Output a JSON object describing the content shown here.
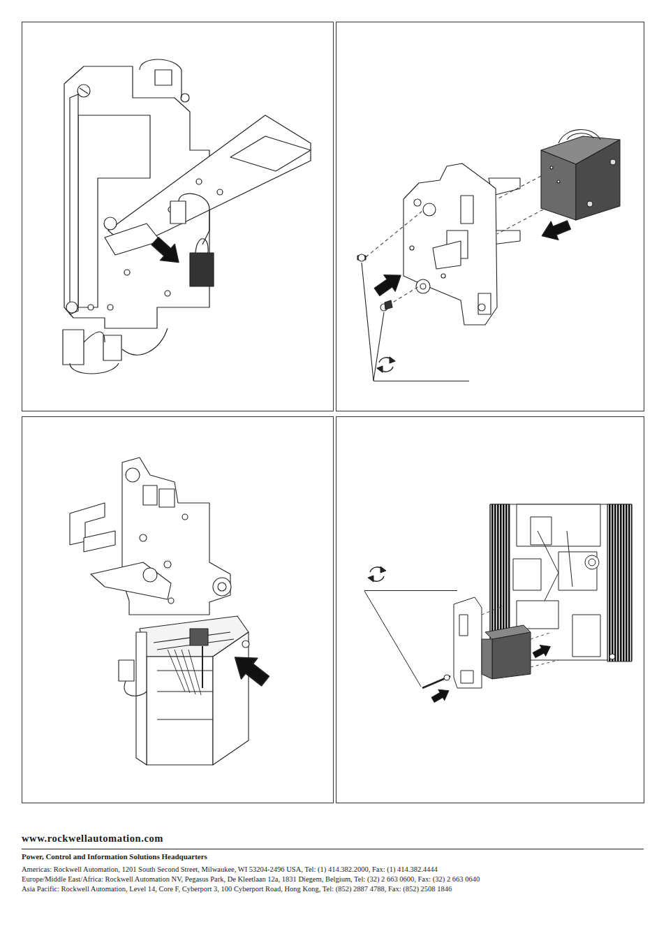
{
  "diagram": {
    "labels": [
      "www.rockwellautomation.com",
      "Power, Control and Information Solutions Headquarters",
      "Americas: Rockwell Automation, 1201 South Second Street, Milwaukee, WI 53204-2496 USA, Tel: (1) 414.382.2000, Fax: (1) 414.382.4444",
      "Europe/Middle East/Africa: Rockwell Automation NV, Pegasus Park, De Kleetlaan 12a, 1831 Diegem, Belgium, Tel: (32) 2 663 0600, Fax: (32) 2 663 0640",
      "Asia Pacific: Rockwell Automation, Level 14, Core F, Cyberport 3, 100 Cyberport Road, Hong Kong, Tel: (852) 2887 4788, Fax: (852) 2508 1846"
    ]
  }
}
